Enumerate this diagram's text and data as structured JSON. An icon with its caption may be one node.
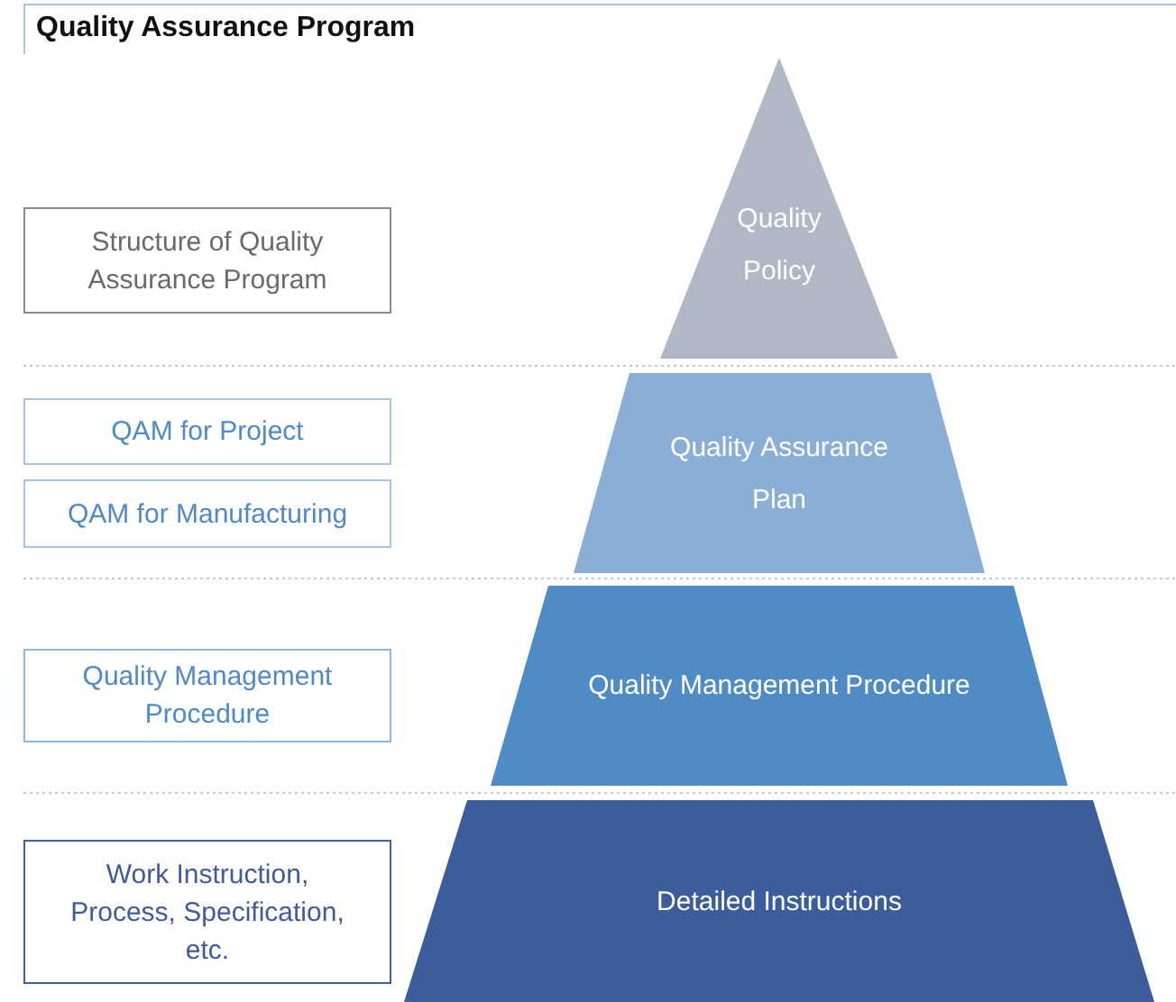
{
  "diagram": {
    "title": "Quality Assurance Program",
    "nodes": [
      {
        "text": [
          "Structure of Quality Assurance Program"
        ]
      },
      {
        "text": [
          "Quality Policy"
        ]
      },
      {
        "text": [
          "QAM for Project"
        ]
      },
      {
        "text": [
          "QAM for Manufacturing"
        ]
      },
      {
        "text": [
          "Quality Assurance Plan"
        ]
      },
      {
        "text": [
          "Quality Management Procedure"
        ]
      },
      {
        "text": [
          "Quality Management Procedure"
        ]
      },
      {
        "text": [
          "Work Instruction, Process, Specification, etc."
        ]
      },
      {
        "text": [
          "Detailed Instructions"
        ]
      }
    ]
  }
}
